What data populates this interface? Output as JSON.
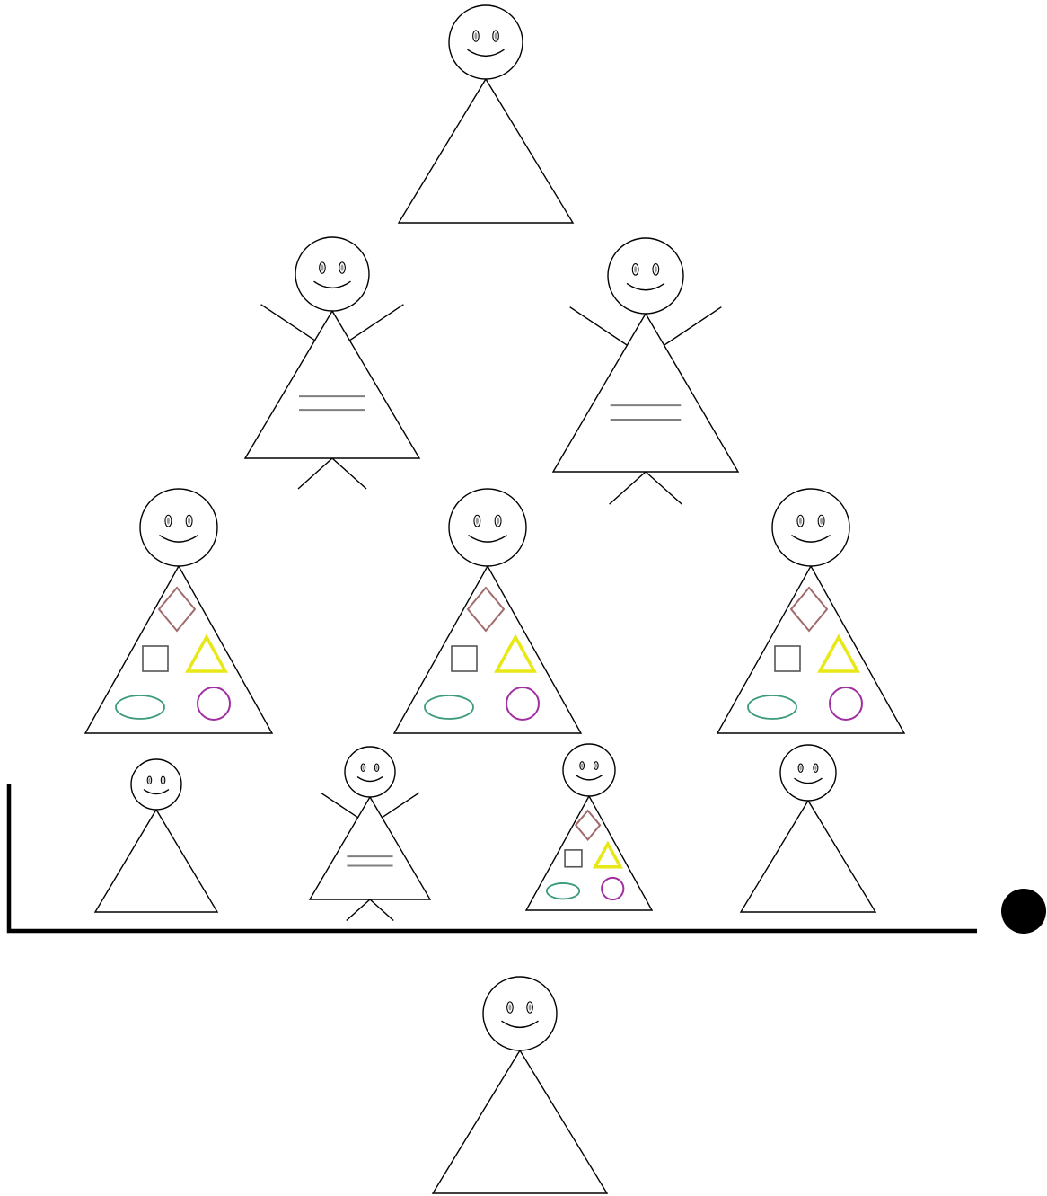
{
  "figures": [
    {
      "id": "apex",
      "variant": "plain",
      "row": "pyramid-1"
    },
    {
      "id": "arms-left",
      "variant": "arms-legs-stripes",
      "row": "pyramid-2"
    },
    {
      "id": "arms-right",
      "variant": "arms-legs-stripes",
      "row": "pyramid-2"
    },
    {
      "id": "shapes-left",
      "variant": "shapes",
      "row": "pyramid-3"
    },
    {
      "id": "shapes-center",
      "variant": "shapes",
      "row": "pyramid-3"
    },
    {
      "id": "shapes-right",
      "variant": "shapes",
      "row": "pyramid-3"
    },
    {
      "id": "option-1",
      "variant": "plain",
      "row": "options"
    },
    {
      "id": "option-2",
      "variant": "arms-legs-stripes",
      "row": "options"
    },
    {
      "id": "option-3",
      "variant": "shapes",
      "row": "options"
    },
    {
      "id": "option-4",
      "variant": "plain",
      "row": "options"
    },
    {
      "id": "bottom",
      "variant": "plain",
      "row": "below-bracket"
    }
  ],
  "colors": {
    "outline": "#000000",
    "eye": "#9a9a9a",
    "stripe": "#7f7f7f",
    "diamond": "#a06a6a",
    "square": "#555555",
    "triangle": "#e8e817",
    "ellipse": "#3a9a7a",
    "circle": "#a030a0",
    "bracket": "#000000",
    "marker": "#000000"
  }
}
